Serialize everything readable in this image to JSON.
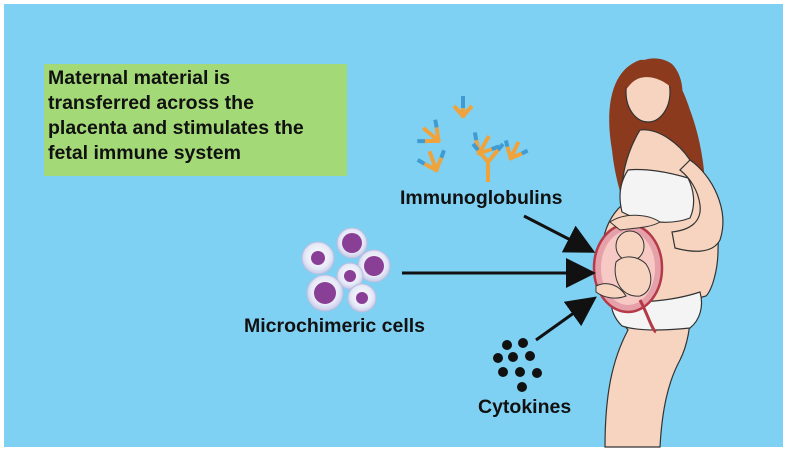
{
  "caption": "Maternal material is\ntransferred across the\nplacenta and stimulates the\nfetal immune system",
  "labels": {
    "immunoglobulins": "Immunoglobulins",
    "microchimeric": "Microchimeric cells",
    "cytokines": "Cytokines"
  },
  "colors": {
    "background": "#7fd1f3",
    "caption_box": "#a3d977",
    "arrow": "#111111",
    "cell_purple": "#8a3f96",
    "skin": "#f6d4c0",
    "hair": "#8b3a1e"
  }
}
